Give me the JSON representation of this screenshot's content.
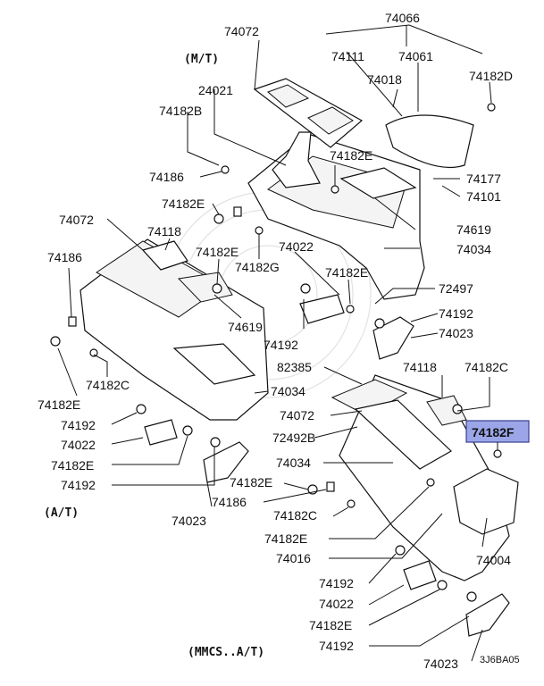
{
  "captions": {
    "mt": "(M/T)",
    "at": "(A/T)",
    "mmcs": "(MMCS..A/T)",
    "figure_code": "3J6BA05"
  },
  "highlight": {
    "label": "74182F",
    "color": "#9aa6e8"
  },
  "labels": {
    "l74066": "74066",
    "l74072a": "74072",
    "l74111": "74111",
    "l74061": "74061",
    "l74018": "74018",
    "l74182D": "74182D",
    "l24021": "24021",
    "l74182Ba": "74182B",
    "l74177": "74177",
    "l74101": "74101",
    "l74182Ea": "74182E",
    "l74186a": "74186",
    "l74182Eb": "74182E",
    "l74619a": "74619",
    "l74072b": "74072",
    "l74118a": "74118",
    "l74034a": "74034",
    "l74182Ec": "74182E",
    "l74022a": "74022",
    "l74186b": "74186",
    "l74182G": "74182G",
    "l74182Ed": "74182E",
    "l72497": "72497",
    "l74619b": "74619",
    "l74192a": "74192",
    "l74023a": "74023",
    "l74182Ca": "74182C",
    "l82385": "82385",
    "l74118b": "74118",
    "l74182Cb": "74182C",
    "l74182Ee": "74182E",
    "l74034b": "74034",
    "l74192b": "74192",
    "l74072c": "74072",
    "l74022b": "74022",
    "l72492B": "72492B",
    "l74182Ef": "74182E",
    "l74034c": "74034",
    "l74192c": "74192",
    "l74182Eg": "74182E",
    "l74186c": "74186",
    "l74023b": "74023",
    "l74182Cc": "74182C",
    "l74182Eh": "74182E",
    "l74016": "74016",
    "l74004": "74004",
    "l74192d": "74192",
    "l74022c": "74022",
    "l74182Ei": "74182E",
    "l74192e": "74192",
    "l74023c": "74023"
  }
}
